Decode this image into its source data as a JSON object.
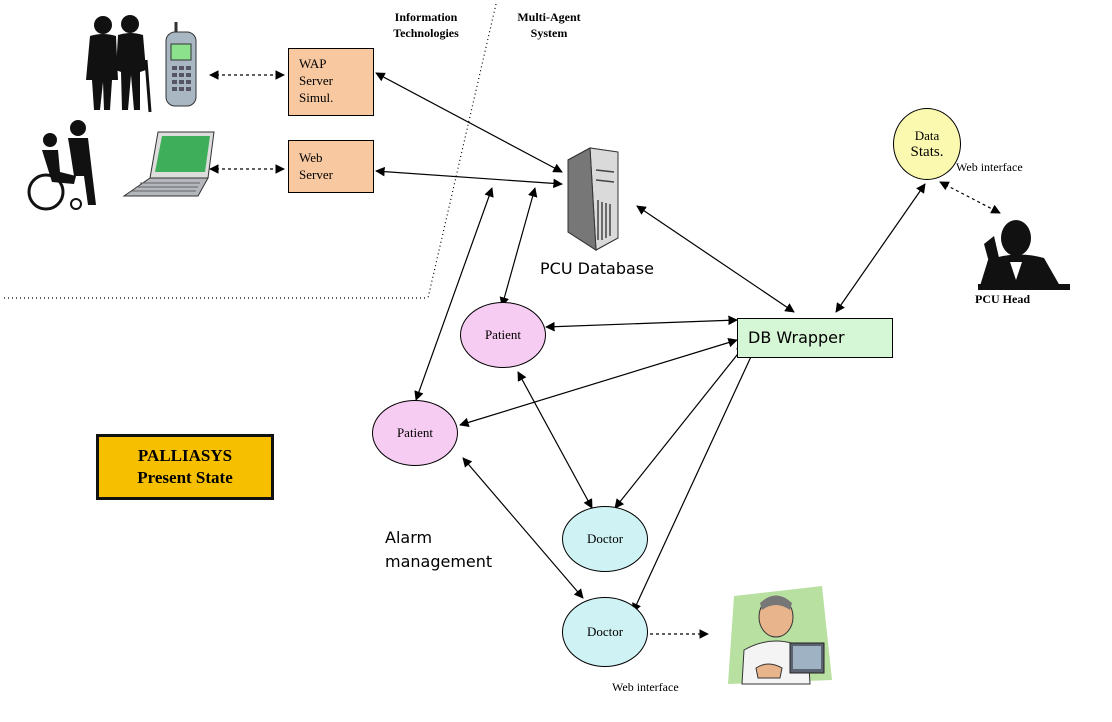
{
  "header": {
    "info_tech": [
      "Information",
      "Technologies"
    ],
    "mas": [
      "Multi-Agent",
      "System"
    ]
  },
  "servers": {
    "wap": [
      "WAP",
      "Server",
      "Simul."
    ],
    "web": [
      "Web",
      "Server"
    ]
  },
  "pcu_database": "PCU Database",
  "db_wrapper": "DB Wrapper",
  "data_stats": [
    "Data",
    "Stats."
  ],
  "web_interface_right": "Web interface",
  "pcu_head": "PCU Head",
  "patients": [
    "Patient",
    "Patient"
  ],
  "doctors": [
    "Doctor",
    "Doctor"
  ],
  "alarm": [
    "Alarm",
    "management"
  ],
  "web_interface_bottom": "Web interface",
  "title_box": [
    "PALLIASYS",
    "Present State"
  ],
  "colors": {
    "server_fill": "#f8c9a1",
    "wrapper_fill": "#d6f7d6",
    "patient_fill": "#f7ccf2",
    "doctor_fill": "#cff3f5",
    "stats_fill": "#fbf9b0",
    "title_fill": "#f6c000"
  },
  "icons": [
    "elderly-couple-icon",
    "mobile-phone-icon",
    "wheelchair-user-icon",
    "laptop-icon",
    "server-tower-icon",
    "businessman-icon",
    "doctor-at-computer-icon"
  ]
}
